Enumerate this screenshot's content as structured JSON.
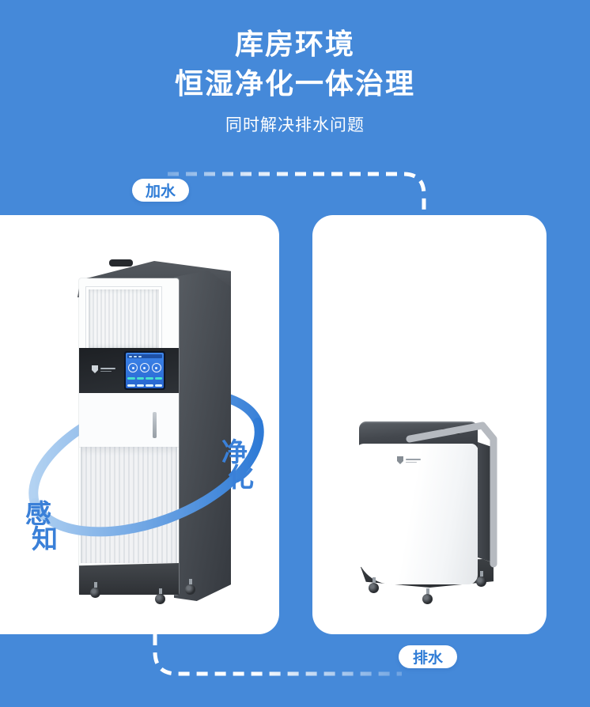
{
  "header": {
    "title_line1": "库房环境",
    "title_line2": "恒湿净化一体治理",
    "subtitle": "同时解决排水问题"
  },
  "callouts": {
    "add_water": "加水",
    "drain": "排水",
    "purify": "净化",
    "sense": "感知"
  },
  "colors": {
    "background": "#4589D9",
    "callout_text": "#2F7CD6",
    "vertical_label_text": "#3A80D8",
    "dashed_line": "#FFFFFF",
    "swoosh_light": "#AFD0F1",
    "swoosh_dark": "#2E7AD6",
    "machine_dark_gray": "#464B51",
    "screen_blue": "#2E6FD8"
  },
  "icons": {
    "left_brand_logo": "shield-icon",
    "right_brand_logo": "shield-icon"
  }
}
